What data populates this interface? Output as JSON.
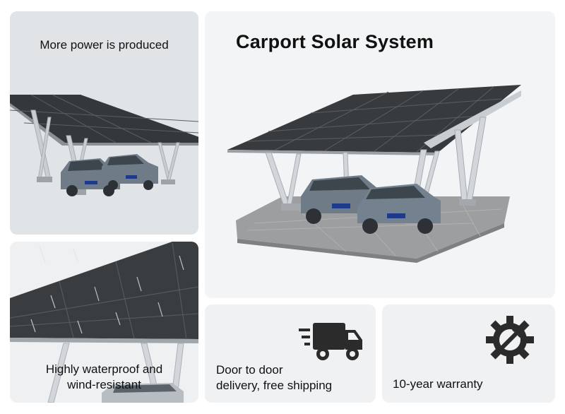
{
  "panels": {
    "top_left": {
      "caption": "More power is produced"
    },
    "main": {
      "title": "Carport Solar System"
    },
    "bottom_left": {
      "caption_line1": "Highly waterproof and",
      "caption_line2": "wind-resistant"
    },
    "shipping": {
      "caption_line1": "Door to door",
      "caption_line2": "delivery, free shipping",
      "icon": "truck-icon"
    },
    "warranty": {
      "caption": "10-year warranty",
      "icon": "gear-wrench-icon"
    }
  },
  "colors": {
    "panel_bg": "#e1e4e7",
    "solar_panel": "#3a3d40",
    "frame": "#c8cdd2",
    "car": "#6f7c87",
    "icon": "#2b2b2b"
  }
}
